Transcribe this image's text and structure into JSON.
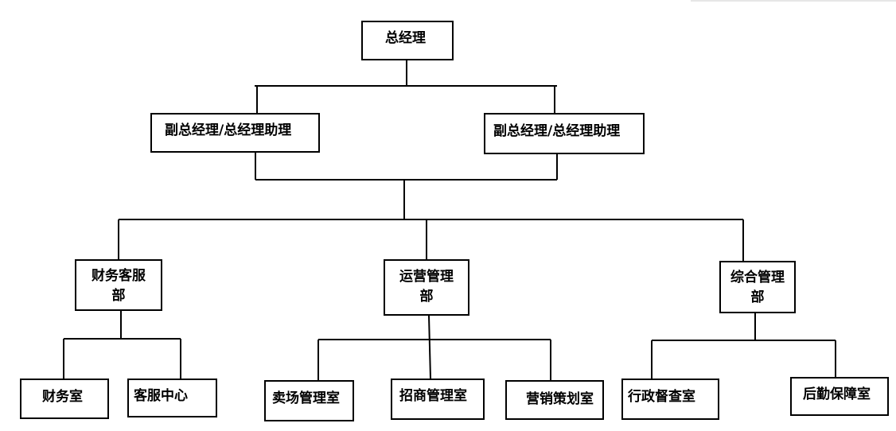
{
  "chart": {
    "top": {
      "label": "总经理"
    },
    "deputies": [
      {
        "label": "副总经理/总经理助理"
      },
      {
        "label": "副总经理/总经理助理"
      }
    ],
    "departments": [
      {
        "line1": "财务客服",
        "line2": "部",
        "offices": [
          {
            "label": "财务室"
          },
          {
            "label": "客服中心"
          }
        ]
      },
      {
        "line1": "运营管理",
        "line2": "部",
        "offices": [
          {
            "label": "卖场管理室"
          },
          {
            "label": "招商管理室"
          },
          {
            "label": "营销策划室"
          }
        ]
      },
      {
        "line1": "综合管理",
        "line2": "部",
        "offices": [
          {
            "label": "行政督查室"
          },
          {
            "label": "后勤保障室"
          }
        ]
      }
    ]
  }
}
